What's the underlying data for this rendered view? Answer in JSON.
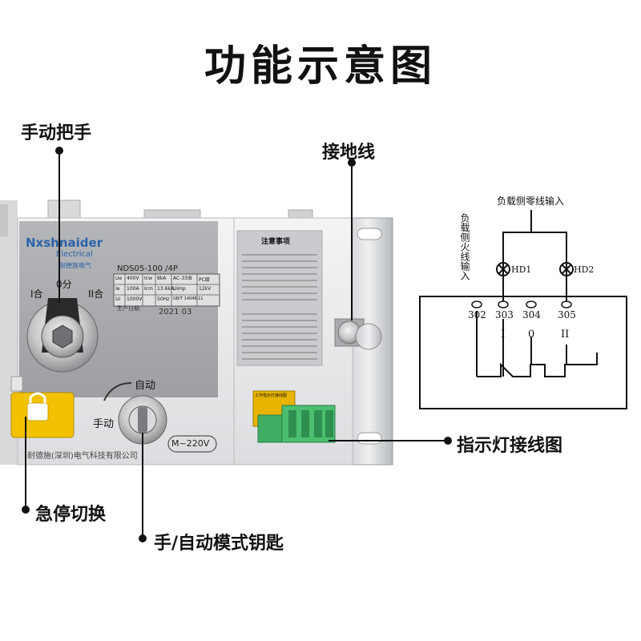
{
  "title": "功能示意图",
  "callouts": {
    "manual_handle": "手动把手",
    "ground_wire": "接地线",
    "indicator_wiring": "指示灯接线图",
    "emergency_switch": "急停切换",
    "mode_key": "手/自动模式钥匙"
  },
  "device": {
    "brand": "Nxshnaider",
    "brand_sub": "Electrical",
    "brand_cn": "耐德施电气",
    "model": "NDS05-100 /4P",
    "spec_row1": [
      "Ue",
      "400V",
      "Icw",
      "8kA",
      "AC-33iB",
      "PC级"
    ],
    "spec_row2": [
      "Ie",
      "100A",
      "Icm",
      "13.6kA",
      "Uimp",
      "12kV"
    ],
    "spec_row3": [
      "Ui",
      "1000V",
      "",
      "50Hz",
      "GB/T 14048.11",
      ""
    ],
    "date_label": "生产日期",
    "date_value": "2021 03",
    "pos_left": "I合",
    "pos_mid": "0分",
    "pos_right": "II合",
    "auto_label": "自动",
    "manual_label": "手动",
    "company": "耐德施(深圳)电气科技有限公司",
    "voltage_badge": "M~220V",
    "notice_title": "注意事项",
    "terminal_label": "工作指示灯接线图"
  },
  "wiring": {
    "neutral_label": "负载侧零线输入",
    "fire_label": "负载侧火线输入",
    "lamp1": "HD1",
    "lamp2": "HD2",
    "terminals": [
      "302",
      "303",
      "304",
      "305"
    ],
    "positions": [
      "I",
      "0",
      "II"
    ]
  },
  "colors": {
    "panel_gray": "#a9abae",
    "body_white": "#e9eaec",
    "brand_blue": "#2c63a8",
    "padlock_yellow": "#f2c200",
    "terminal_green": "#3fae62"
  }
}
